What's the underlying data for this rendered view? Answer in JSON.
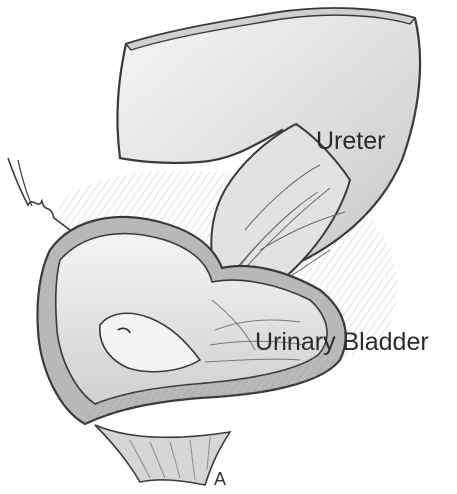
{
  "labels": {
    "ureter": "Ureter",
    "urinary_bladder": "Urinary Bladder",
    "panel": "A"
  },
  "colors": {
    "outline": "#3a3a3a",
    "fill_light": "#f1f1f1",
    "fill_mid": "#d9d9d9",
    "fill_dark": "#b5b5b5",
    "hatching": "#8a8a8a",
    "text": "#2b2b2b"
  }
}
